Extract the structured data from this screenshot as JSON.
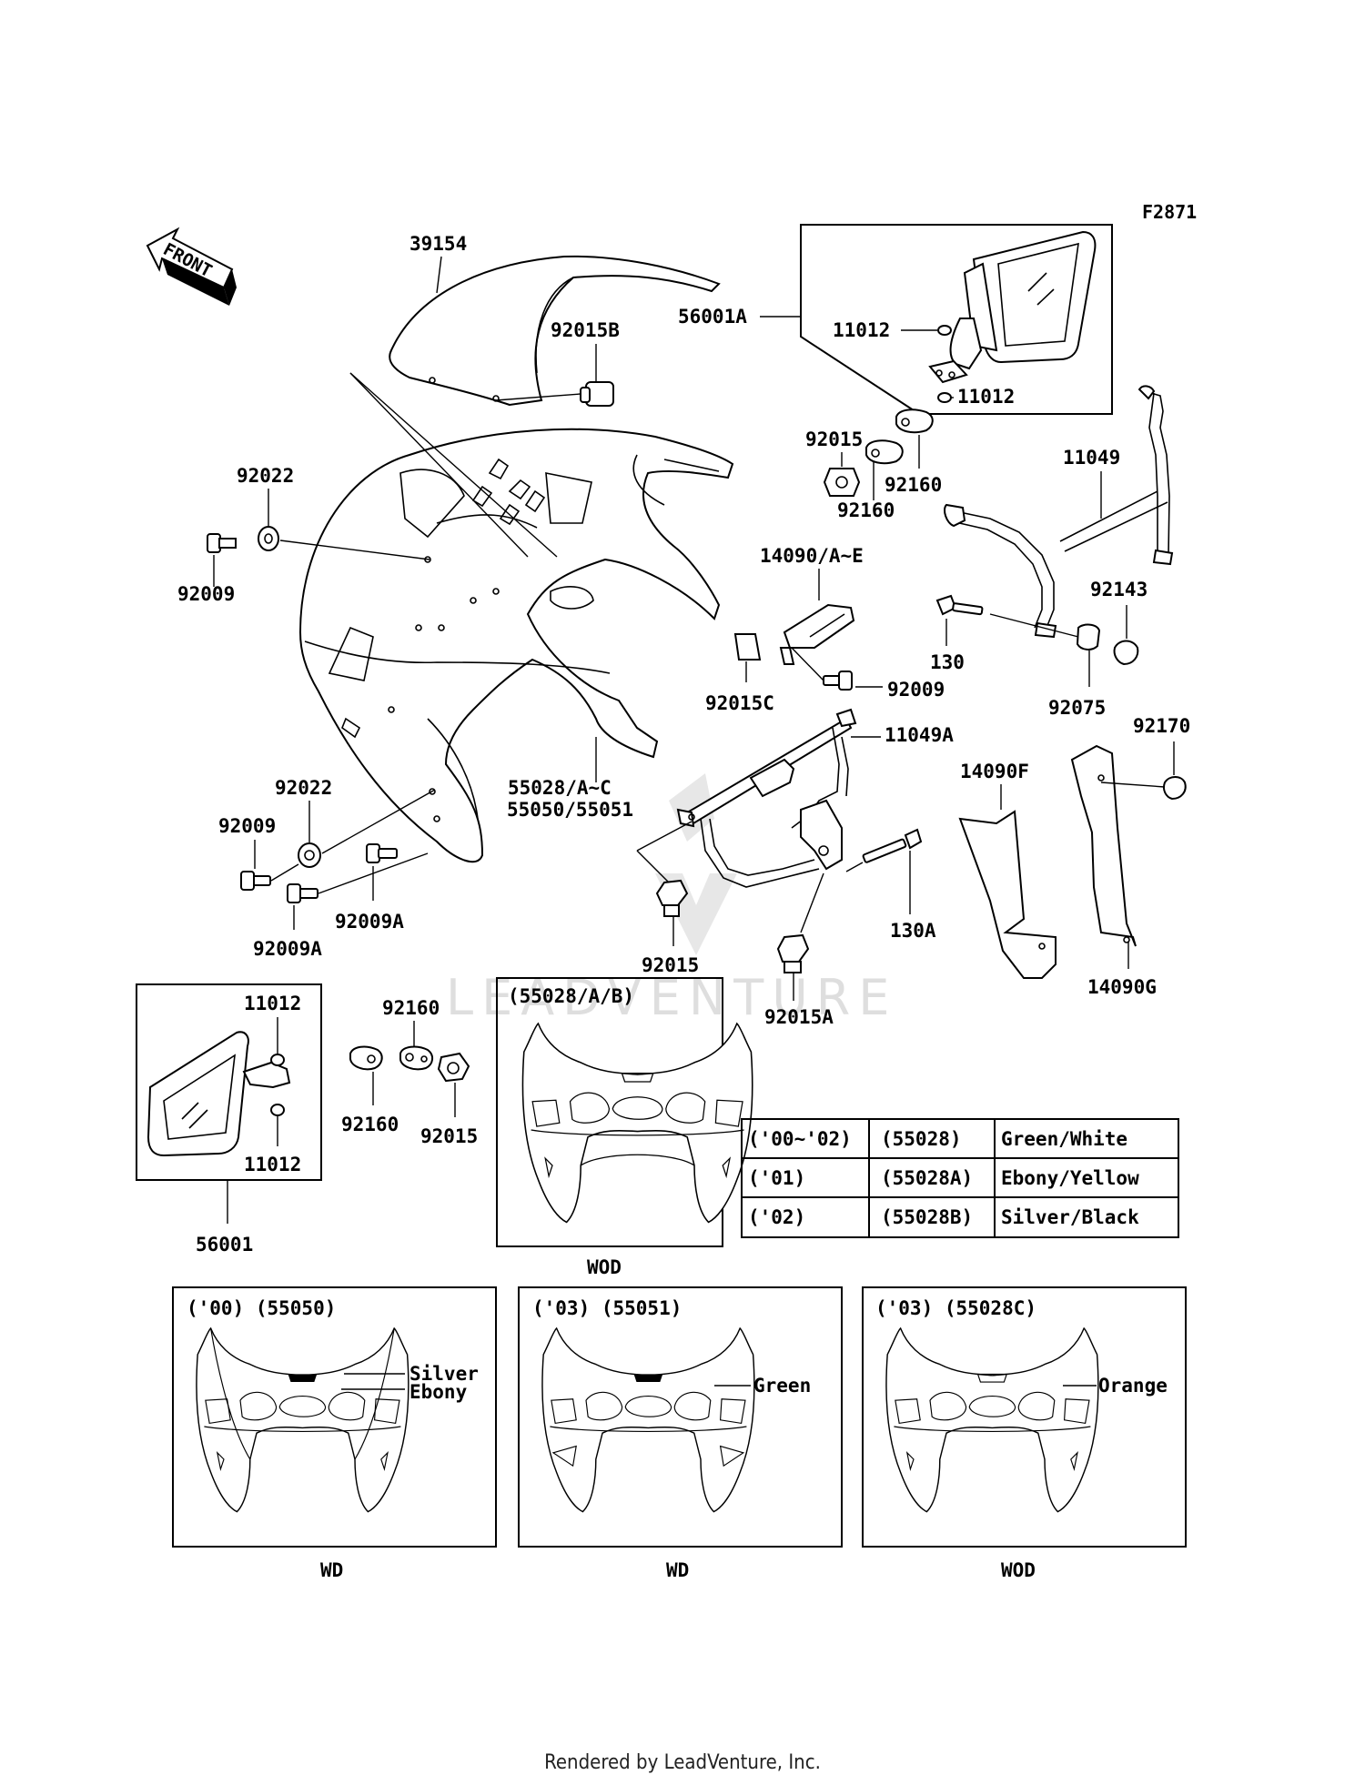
{
  "figure_id": "F2871",
  "front_label": "FRONT",
  "callouts": {
    "windshield": "39154",
    "windshield_nut": "92015B",
    "mirror_assy_right": "56001A",
    "mirror_cap_top": "11012",
    "mirror_cap_bottom": "11012",
    "nut_upper": "92015",
    "plate_a": "92160",
    "plate_b": "92160",
    "stay": "11049",
    "grommet_left": "92022",
    "screw_left": "92009",
    "bracket_upper": "14090/A~E",
    "clip_upper": "92015C",
    "screw_mid": "92009",
    "bolt_130": "130",
    "cap_92143": "92143",
    "collar_92075": "92075",
    "cowl": "55028/A~C",
    "cowl_alt": "55050/55051",
    "grommet_lower": "92022",
    "screw_lower_a": "92009",
    "screw_lower_b": "92009A",
    "screw_lower_c": "92009A",
    "stay_lower": "11049A",
    "cover_f": "14090F",
    "cover_g": "14090G",
    "cap_92170": "92170",
    "bolt_130a": "130A",
    "nut_lower": "92015",
    "nut_lower_a": "92015A",
    "mirror_left_cap_top": "11012",
    "mirror_left_cap_bottom": "11012",
    "mirror_assy_left": "56001",
    "plate_left_top": "92160",
    "plate_left_bottom": "92160",
    "nut_left": "92015"
  },
  "variants": {
    "wod_top": {
      "title": "(55028/A/B)",
      "caption": "WOD"
    },
    "wd_00": {
      "title": "('00) (55050)",
      "caption": "WD",
      "colors": [
        "Silver",
        "Ebony"
      ]
    },
    "wd_03": {
      "title": "('03) (55051)",
      "caption": "WD",
      "colors": [
        "Green"
      ]
    },
    "wod_03": {
      "title": "('03) (55028C)",
      "caption": "WOD",
      "colors": [
        "Orange"
      ]
    }
  },
  "color_table": [
    {
      "year": "('00~'02)",
      "part": "(55028)",
      "color": "Green/White"
    },
    {
      "year": "('01)",
      "part": "(55028A)",
      "color": "Ebony/Yellow"
    },
    {
      "year": "('02)",
      "part": "(55028B)",
      "color": "Silver/Black"
    }
  ],
  "watermark": "LEADVENTURE",
  "footer": "Rendered by LeadVenture, Inc."
}
